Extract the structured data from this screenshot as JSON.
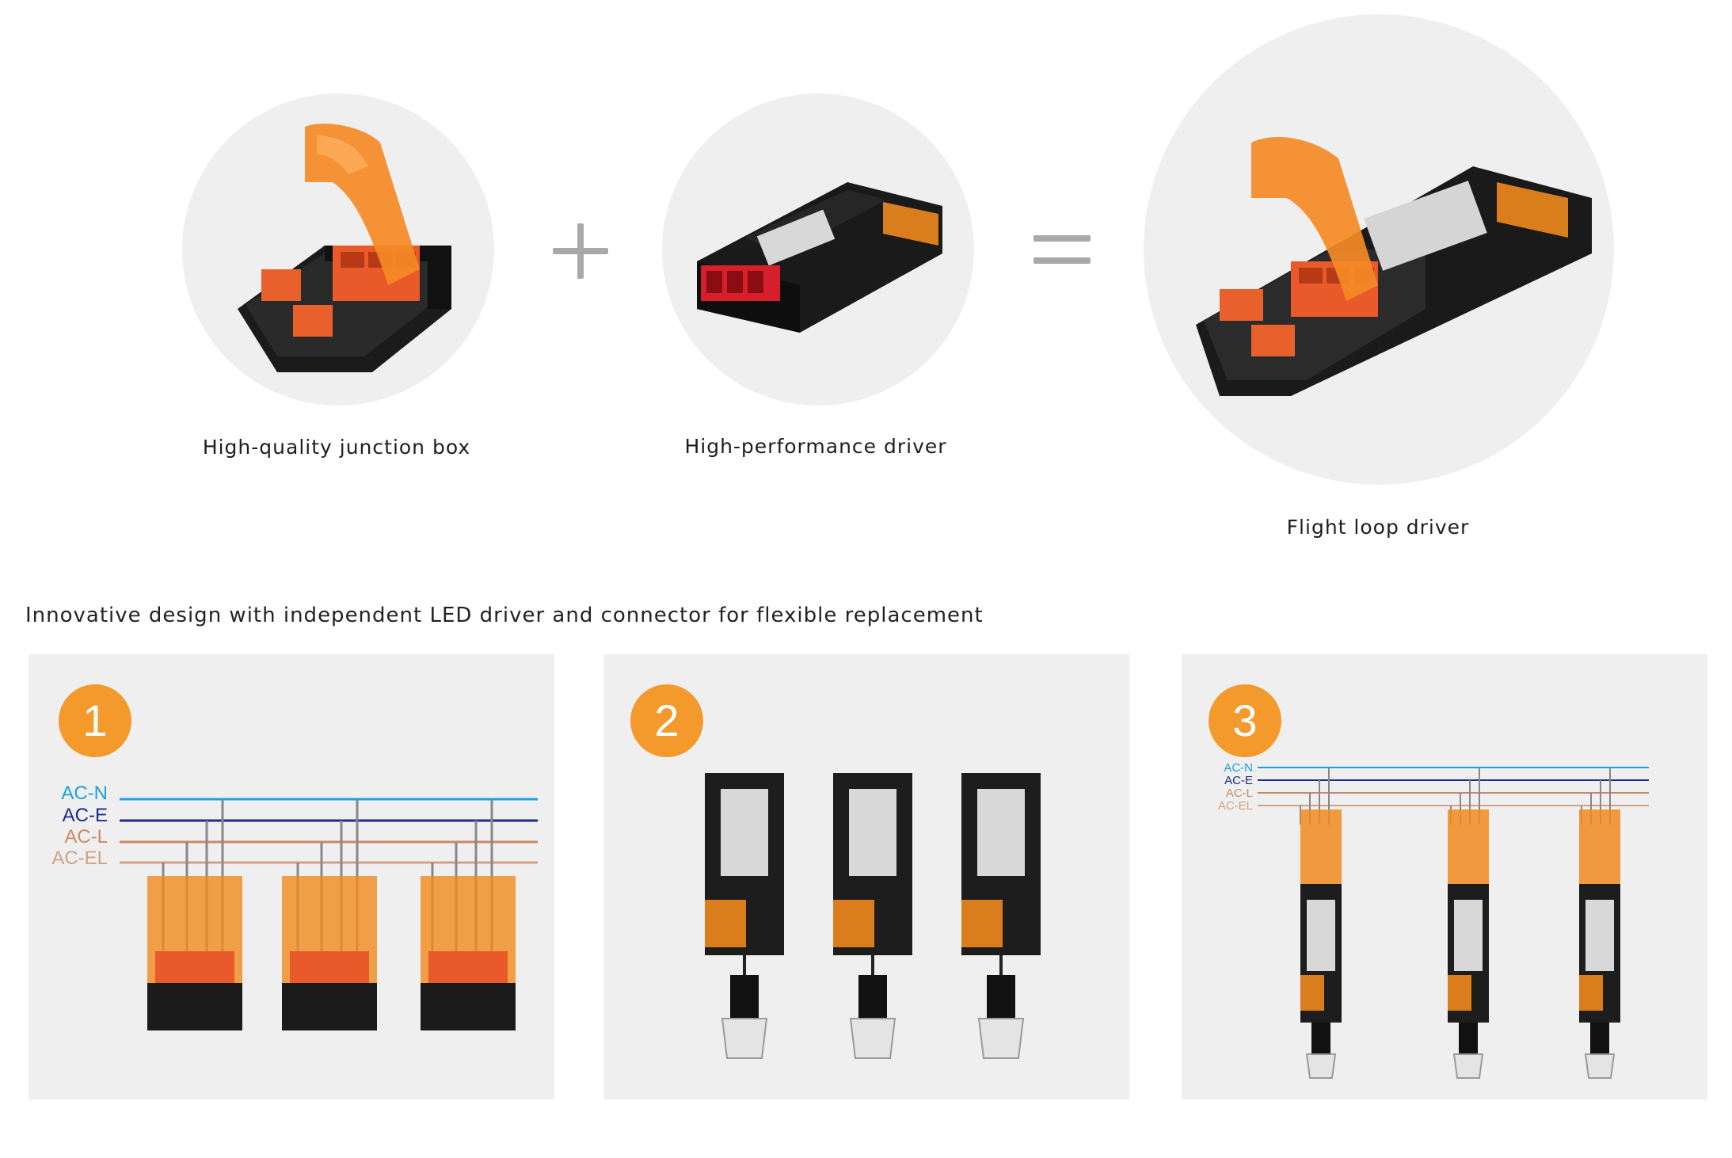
{
  "top": {
    "captions": {
      "junction_box": "High-quality junction box",
      "driver": "High-performance driver",
      "flight_loop": "Flight loop driver"
    }
  },
  "headline": "Innovative design with independent LED driver and connector for flexible replacement",
  "steps": [
    {
      "number": "1"
    },
    {
      "number": "2"
    },
    {
      "number": "3"
    }
  ],
  "wires": {
    "n": {
      "label": "AC-N",
      "color": "#1ea0d8"
    },
    "e": {
      "label": "AC-E",
      "color": "#1c2a8a"
    },
    "l": {
      "label": "AC-L",
      "color": "#c98a68"
    },
    "el": {
      "label": "AC-EL",
      "color": "#d2a286"
    }
  },
  "colors": {
    "accent_orange": "#f49a2c",
    "panel_bg": "#efefef"
  }
}
